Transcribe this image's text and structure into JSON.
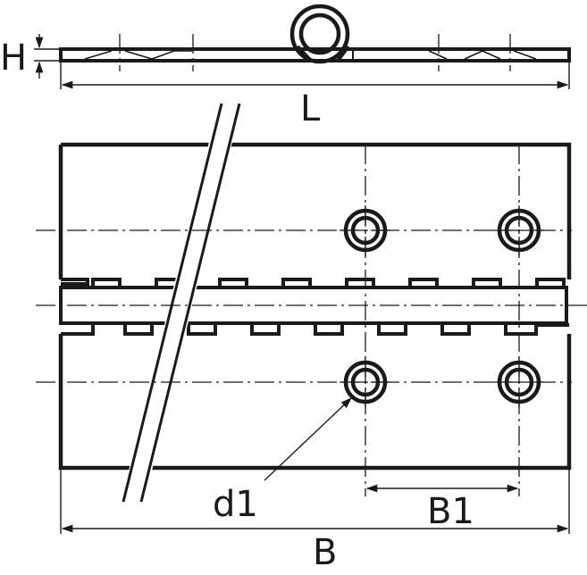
{
  "dimensions": {
    "height_label": "H",
    "length_label": "L",
    "width_label": "B",
    "hole_spacing_label": "B1",
    "hole_diameter_label": "d1"
  },
  "colors": {
    "stroke": "#1a1a1a",
    "background": "#ffffff"
  }
}
